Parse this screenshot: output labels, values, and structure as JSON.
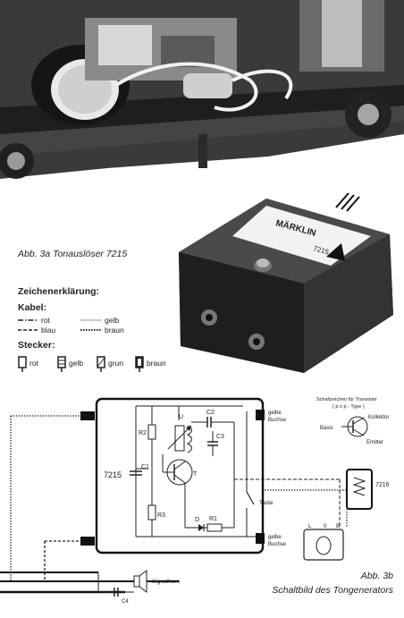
{
  "photo_top": {
    "alt": "photo of locomotive chassis with installed tone generator"
  },
  "photo_box": {
    "brand": "MÄRKLIN",
    "number": "7215"
  },
  "caption_a": "Abb. 3a Tonauslöser 7215",
  "legend": {
    "title": "Zeichenerklärung:",
    "kabel_label": "Kabel:",
    "cables": [
      "rot",
      "gelb",
      "blau",
      "braun"
    ],
    "stecker_label": "Stecker:",
    "plugs": [
      "rot",
      "gelb",
      "grun",
      "braun"
    ]
  },
  "diagram": {
    "unit_label": "7215",
    "r2": "R2",
    "r3": "R3",
    "r1": "R1",
    "c1": "C1",
    "c2": "C2",
    "c3": "C3",
    "pot": "U",
    "transistor": "T",
    "diode": "D",
    "socket_top": [
      "gelbe",
      "Buchse"
    ],
    "socket_bottom": [
      "gelbe",
      "Buchse"
    ],
    "taste": "Taste",
    "signalhorn": "Signalhorn",
    "c4": "C4",
    "module": "7216",
    "connector_pins": [
      "L",
      "0",
      "B"
    ],
    "transistor_symbol_title": [
      "Schaltzeichen für Transistor",
      "( p n p - Type )"
    ],
    "kollektor": "Kollektor",
    "basis": "Basis",
    "emitter": "Emitter"
  },
  "caption_b": [
    "Abb. 3b",
    "Schaltbild des Tongenerators"
  ]
}
